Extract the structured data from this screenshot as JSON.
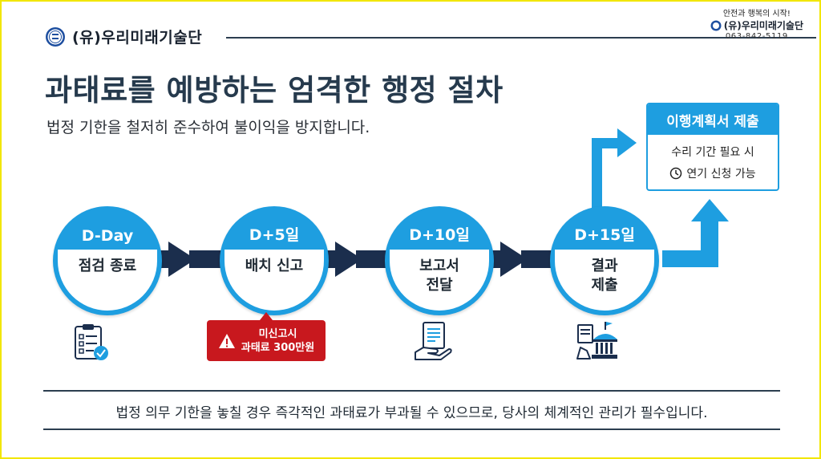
{
  "header": {
    "company": "(유)우리미래기술단",
    "corner_slogan": "안전과 행복의 시작!",
    "corner_company": "(유)우리미래기술단",
    "corner_phone": "063-842-5119"
  },
  "title": "과태료를 예방하는 엄격한 행정 절차",
  "subtitle": "법정 기한을 철저히 준수하여 불이익을 방지합니다.",
  "steps": [
    {
      "day": "D-Day",
      "label": "점검 종료",
      "icon": "checklist-icon"
    },
    {
      "day": "D+5일",
      "label": "배치 신고",
      "icon": "warning-icon"
    },
    {
      "day": "D+10일",
      "label": "보고서\n전달",
      "icon": "document-hand-icon"
    },
    {
      "day": "D+15일",
      "label": "결과\n제출",
      "icon": "government-building-icon"
    }
  ],
  "warning": {
    "line1": "미신고시",
    "line2": "과태료 300만원"
  },
  "plan_box": {
    "title": "이행계획서 제출",
    "line1": "수리 기간 필요 시",
    "line2": "연기 신청 가능"
  },
  "footer": "법정 의무 기한을 놓칠 경우 즉각적인 과태료가 부과될 수 있으므로, 당사의 체계적인 관리가 필수입니다.",
  "colors": {
    "accent": "#1e9ee0",
    "navy": "#1b2e4d",
    "danger": "#c8181e",
    "frame": "#f2e600"
  }
}
